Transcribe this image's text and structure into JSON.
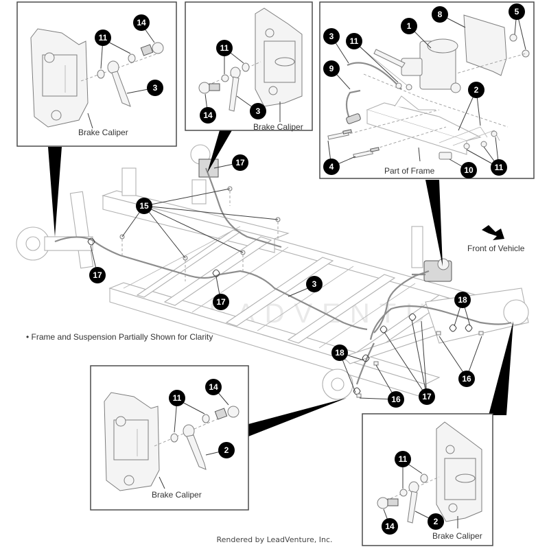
{
  "diagram": {
    "title": "Brake Lines and Master Cylinder",
    "note": "• Frame and Suspension Partially Shown for Clarity",
    "direction_label": "Front of Vehicle",
    "footer": "Rendered by LeadVenture, Inc.",
    "watermark": "LEADVENTURE",
    "insets": [
      {
        "id": "inset-rear-left-caliper",
        "label": "Brake Caliper",
        "callouts": [
          "11",
          "14",
          "3"
        ]
      },
      {
        "id": "inset-rear-right-caliper",
        "label": "Brake Caliper",
        "callouts": [
          "11",
          "14",
          "3"
        ]
      },
      {
        "id": "inset-master-cylinder",
        "label": "Part of Frame",
        "callouts": [
          "1",
          "8",
          "5",
          "3",
          "11",
          "9",
          "2",
          "4",
          "10",
          "11"
        ]
      },
      {
        "id": "inset-front-left-caliper",
        "label": "Brake Caliper",
        "callouts": [
          "11",
          "14",
          "2"
        ]
      },
      {
        "id": "inset-front-right-caliper",
        "label": "Brake Caliper",
        "callouts": [
          "11",
          "2",
          "14"
        ]
      }
    ],
    "main_callouts": [
      "17",
      "15",
      "17",
      "17",
      "3",
      "18",
      "18",
      "16",
      "16",
      "17"
    ]
  },
  "callouts": {
    "c_rl_11": "11",
    "c_rl_14": "14",
    "c_rl_3": "3",
    "c_rr_11": "11",
    "c_rr_14": "14",
    "c_rr_3": "3",
    "c_mc_1": "1",
    "c_mc_8": "8",
    "c_mc_5": "5",
    "c_mc_3": "3",
    "c_mc_11a": "11",
    "c_mc_9": "9",
    "c_mc_2": "2",
    "c_mc_4": "4",
    "c_mc_10": "10",
    "c_mc_11b": "11",
    "c_fl_11": "11",
    "c_fl_14": "14",
    "c_fl_2": "2",
    "c_fr_11": "11",
    "c_fr_2": "2",
    "c_fr_14": "14",
    "c_m_17a": "17",
    "c_m_15": "15",
    "c_m_17b": "17",
    "c_m_17c": "17",
    "c_m_3": "3",
    "c_m_18a": "18",
    "c_m_18b": "18",
    "c_m_16a": "16",
    "c_m_16b": "16",
    "c_m_17d": "17"
  },
  "labels": {
    "rl_caliper": "Brake Caliper",
    "rr_caliper": "Brake Caliper",
    "mc_frame": "Part of Frame",
    "fl_caliper": "Brake Caliper",
    "fr_caliper": "Brake Caliper"
  }
}
